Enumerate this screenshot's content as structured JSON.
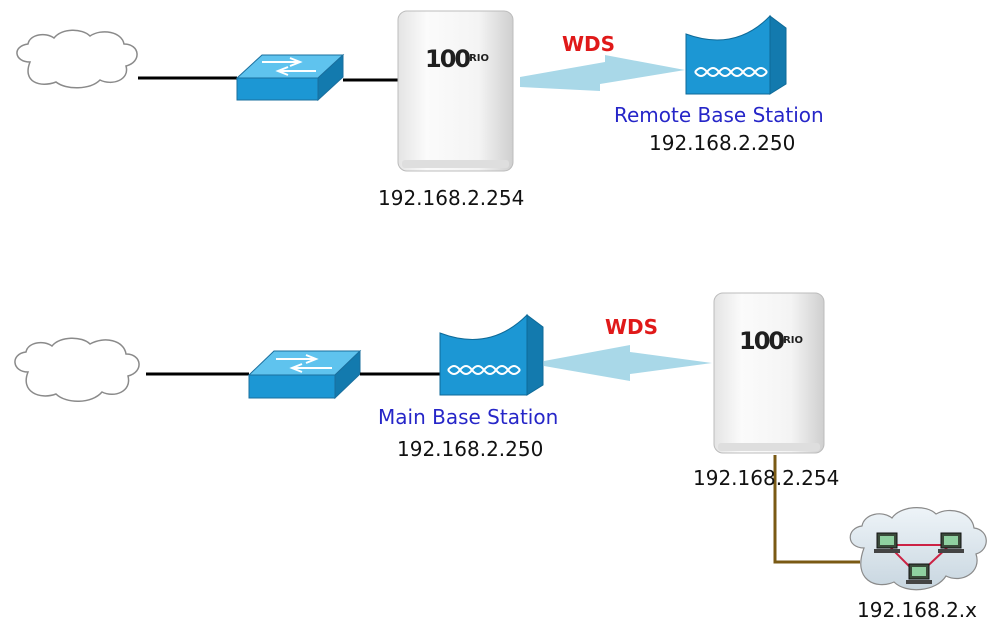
{
  "top": {
    "wds_label": "WDS",
    "remote_station_name": "Remote Base Station",
    "remote_station_ip": "192.168.2.250",
    "ap_ip": "192.168.2.254",
    "ap_logo": "100"
  },
  "bottom": {
    "wds_label": "WDS",
    "main_station_name": "Main Base Station",
    "main_station_ip": "192.168.2.250",
    "ap_ip": "192.168.2.254",
    "ap_logo": "100",
    "lan_ip": "192.168.2.x"
  },
  "colors": {
    "wds_text": "#e01919",
    "station_text": "#2626c8",
    "device_blue": "#1c97d4",
    "wireless_link": "#a9d8e8",
    "lan_cable": "#7a5a14"
  },
  "icons": {
    "cloud": "cloud-icon",
    "switch": "switch-icon",
    "access_point": "access-point-icon",
    "base_station": "base-station-icon",
    "lan": "lan-network-icon"
  }
}
